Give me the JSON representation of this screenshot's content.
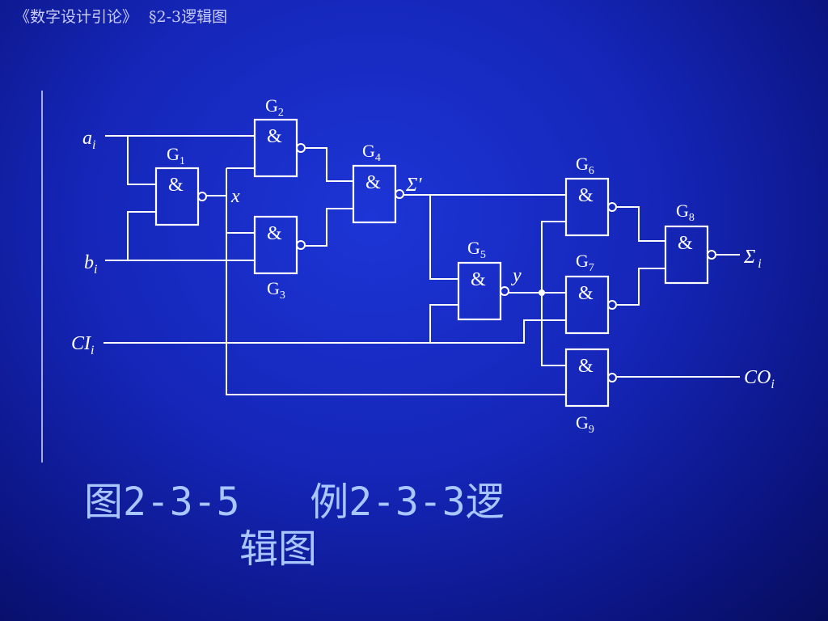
{
  "header": {
    "course": "《数字设计引论》",
    "section": "§2-3逻辑图"
  },
  "diagram": {
    "gate_symbol": "&",
    "gates": [
      {
        "id": "G1",
        "sub": "1"
      },
      {
        "id": "G2",
        "sub": "2"
      },
      {
        "id": "G3",
        "sub": "3"
      },
      {
        "id": "G4",
        "sub": "4"
      },
      {
        "id": "G5",
        "sub": "5"
      },
      {
        "id": "G6",
        "sub": "6"
      },
      {
        "id": "G7",
        "sub": "7"
      },
      {
        "id": "G8",
        "sub": "8"
      },
      {
        "id": "G9",
        "sub": "9"
      }
    ],
    "gate_prefix": "G",
    "inputs": {
      "a": {
        "main": "a",
        "sub": "i"
      },
      "b": {
        "main": "b",
        "sub": "i"
      },
      "ci": {
        "main": "CI",
        "sub": "i"
      }
    },
    "outputs": {
      "sum": {
        "main": "Σ",
        "sub": "i"
      },
      "co": {
        "main": "CO",
        "sub": "i"
      }
    },
    "nodes": {
      "x": "x",
      "y": "y",
      "sigma_prime": "Σ′"
    }
  },
  "caption": {
    "figure": "图2-3-5",
    "example": "例2-3-3逻",
    "line2": "辑图"
  },
  "colors": {
    "background": "#1526b8",
    "line": "#ffffff",
    "caption": "#a9c6ff"
  }
}
